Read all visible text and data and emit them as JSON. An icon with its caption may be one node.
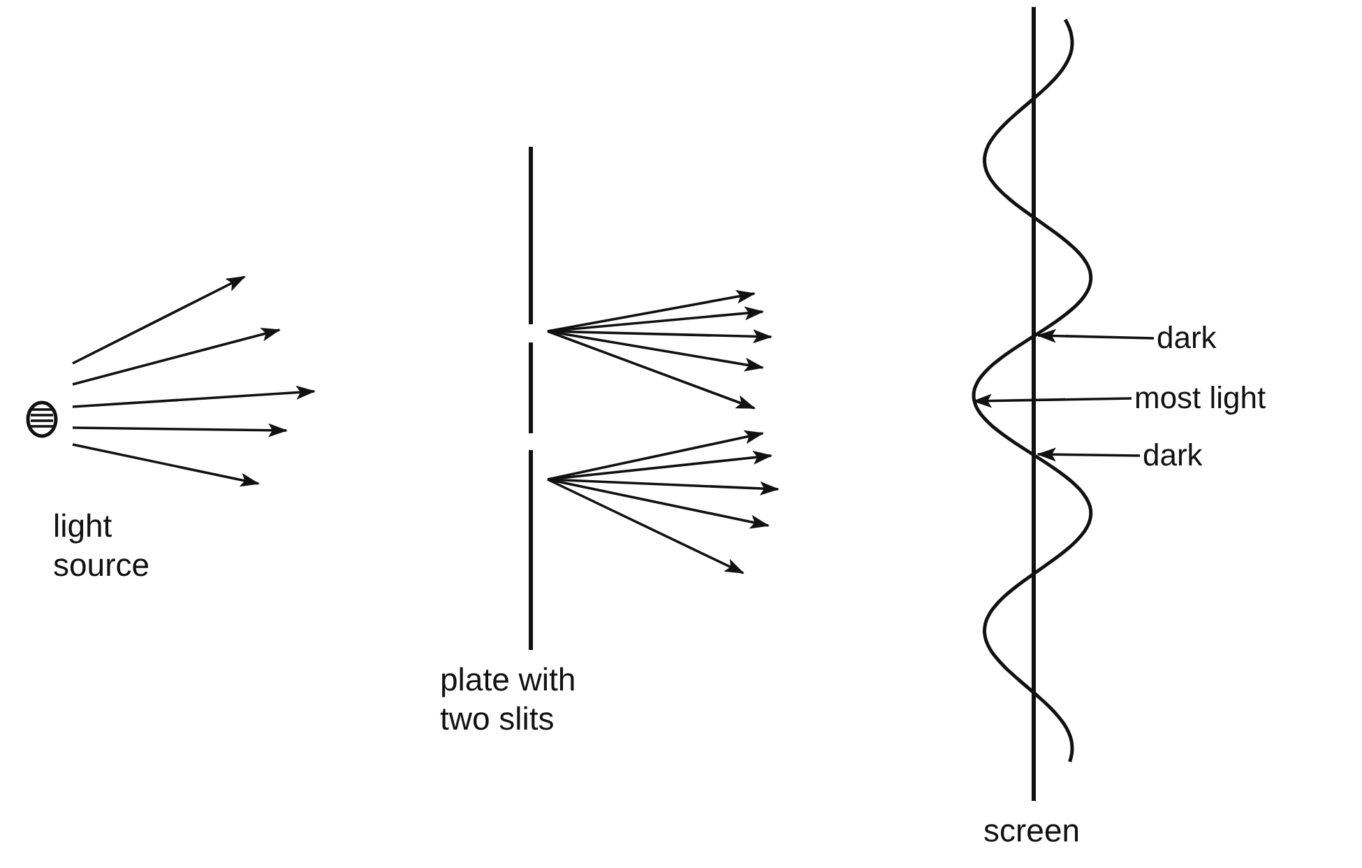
{
  "diagram": {
    "nodes": [
      {
        "text": [],
        "shape": "picture",
        "beside": [
          "light source"
        ]
      },
      {
        "text": [],
        "shape": "bar",
        "beside": [
          "plate with two slits"
        ]
      },
      {
        "text": [],
        "shape": "bar",
        "beside": [
          "screen"
        ]
      },
      {
        "text": [
          "dark"
        ]
      },
      {
        "text": [
          "most light"
        ]
      },
      {
        "text": [
          "dark"
        ]
      }
    ],
    "edges": [
      {
        "from": 0,
        "to": null,
        "arrow": "to"
      },
      {
        "from": 0,
        "to": null,
        "arrow": "to"
      },
      {
        "from": 0,
        "to": null,
        "arrow": "to"
      },
      {
        "from": 0,
        "to": null,
        "arrow": "to"
      },
      {
        "from": 0,
        "to": null,
        "arrow": "to"
      },
      {
        "from": 1,
        "to": null,
        "arrow": "to"
      },
      {
        "from": 1,
        "to": null,
        "arrow": "to"
      },
      {
        "from": 1,
        "to": null,
        "arrow": "to"
      },
      {
        "from": 1,
        "to": null,
        "arrow": "to"
      },
      {
        "from": 1,
        "to": null,
        "arrow": "to"
      },
      {
        "from": 1,
        "to": null,
        "arrow": "to"
      },
      {
        "from": 1,
        "to": null,
        "arrow": "to"
      },
      {
        "from": 1,
        "to": null,
        "arrow": "to"
      },
      {
        "from": 1,
        "to": null,
        "arrow": "to"
      },
      {
        "from": 1,
        "to": null,
        "arrow": "to"
      },
      {
        "from": 3,
        "to": 2,
        "arrow": "to"
      },
      {
        "from": 4,
        "to": 2,
        "arrow": "to"
      },
      {
        "from": 5,
        "to": 2,
        "arrow": "to"
      }
    ]
  }
}
